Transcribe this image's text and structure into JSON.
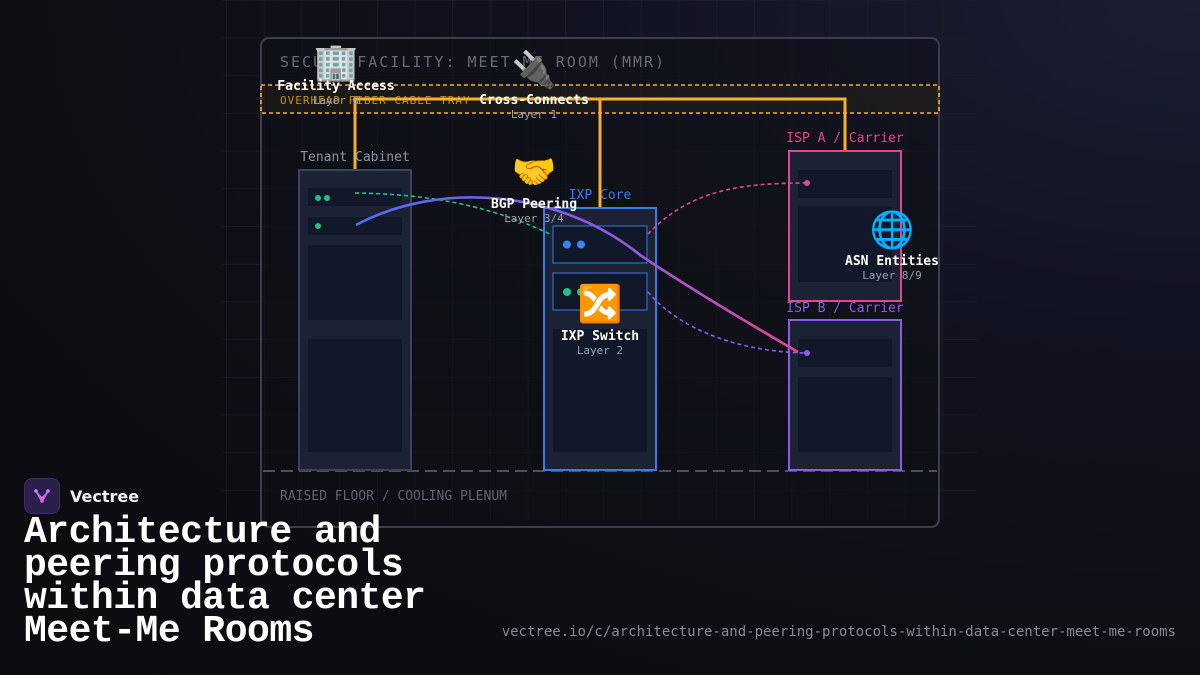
{
  "diagram": {
    "room_title": "SECURE FACILITY: MEET-ME ROOM (MMR)",
    "tray_label": "OVERHEAD FIBER CABLE TRAY",
    "floor_label": "RAISED FLOOR / COOLING PLENUM",
    "cabinets": {
      "tenant": "Tenant Cabinet",
      "ixp": "IXP Core",
      "isp_a": "ISP A / Carrier",
      "isp_b": "ISP B / Carrier"
    },
    "callouts": [
      {
        "icon": "🏢",
        "icon_name": "building-icon",
        "title": "Facility Access",
        "sub": "Layer 0"
      },
      {
        "icon": "🔌",
        "icon_name": "plug-icon",
        "title": "Cross-Connects",
        "sub": "Layer 1"
      },
      {
        "icon": "🤝",
        "icon_name": "handshake-icon",
        "title": "BGP Peering",
        "sub": "Layer 3/4"
      },
      {
        "icon": "🔀",
        "icon_name": "shuffle-icon",
        "title": "IXP Switch",
        "sub": "Layer 2"
      },
      {
        "icon": "🌐",
        "icon_name": "globe-icon",
        "title": "ASN Entities",
        "sub": "Layer 8/9"
      }
    ],
    "colors": {
      "fiber": "#f7b02c",
      "ixp": "#3b7be0",
      "isp_a": "#e2468f",
      "isp_b": "#8b5ce6",
      "green_led": "#1ec28b",
      "blue_led": "#3b82f6"
    }
  },
  "brand": {
    "name": "Vectree",
    "logo_icon": "vectree-logo-icon"
  },
  "headline": "Architecture and peering protocols within data center Meet-Me Rooms",
  "url": "vectree.io/c/architecture-and-peering-protocols-within-data-center-meet-me-rooms"
}
